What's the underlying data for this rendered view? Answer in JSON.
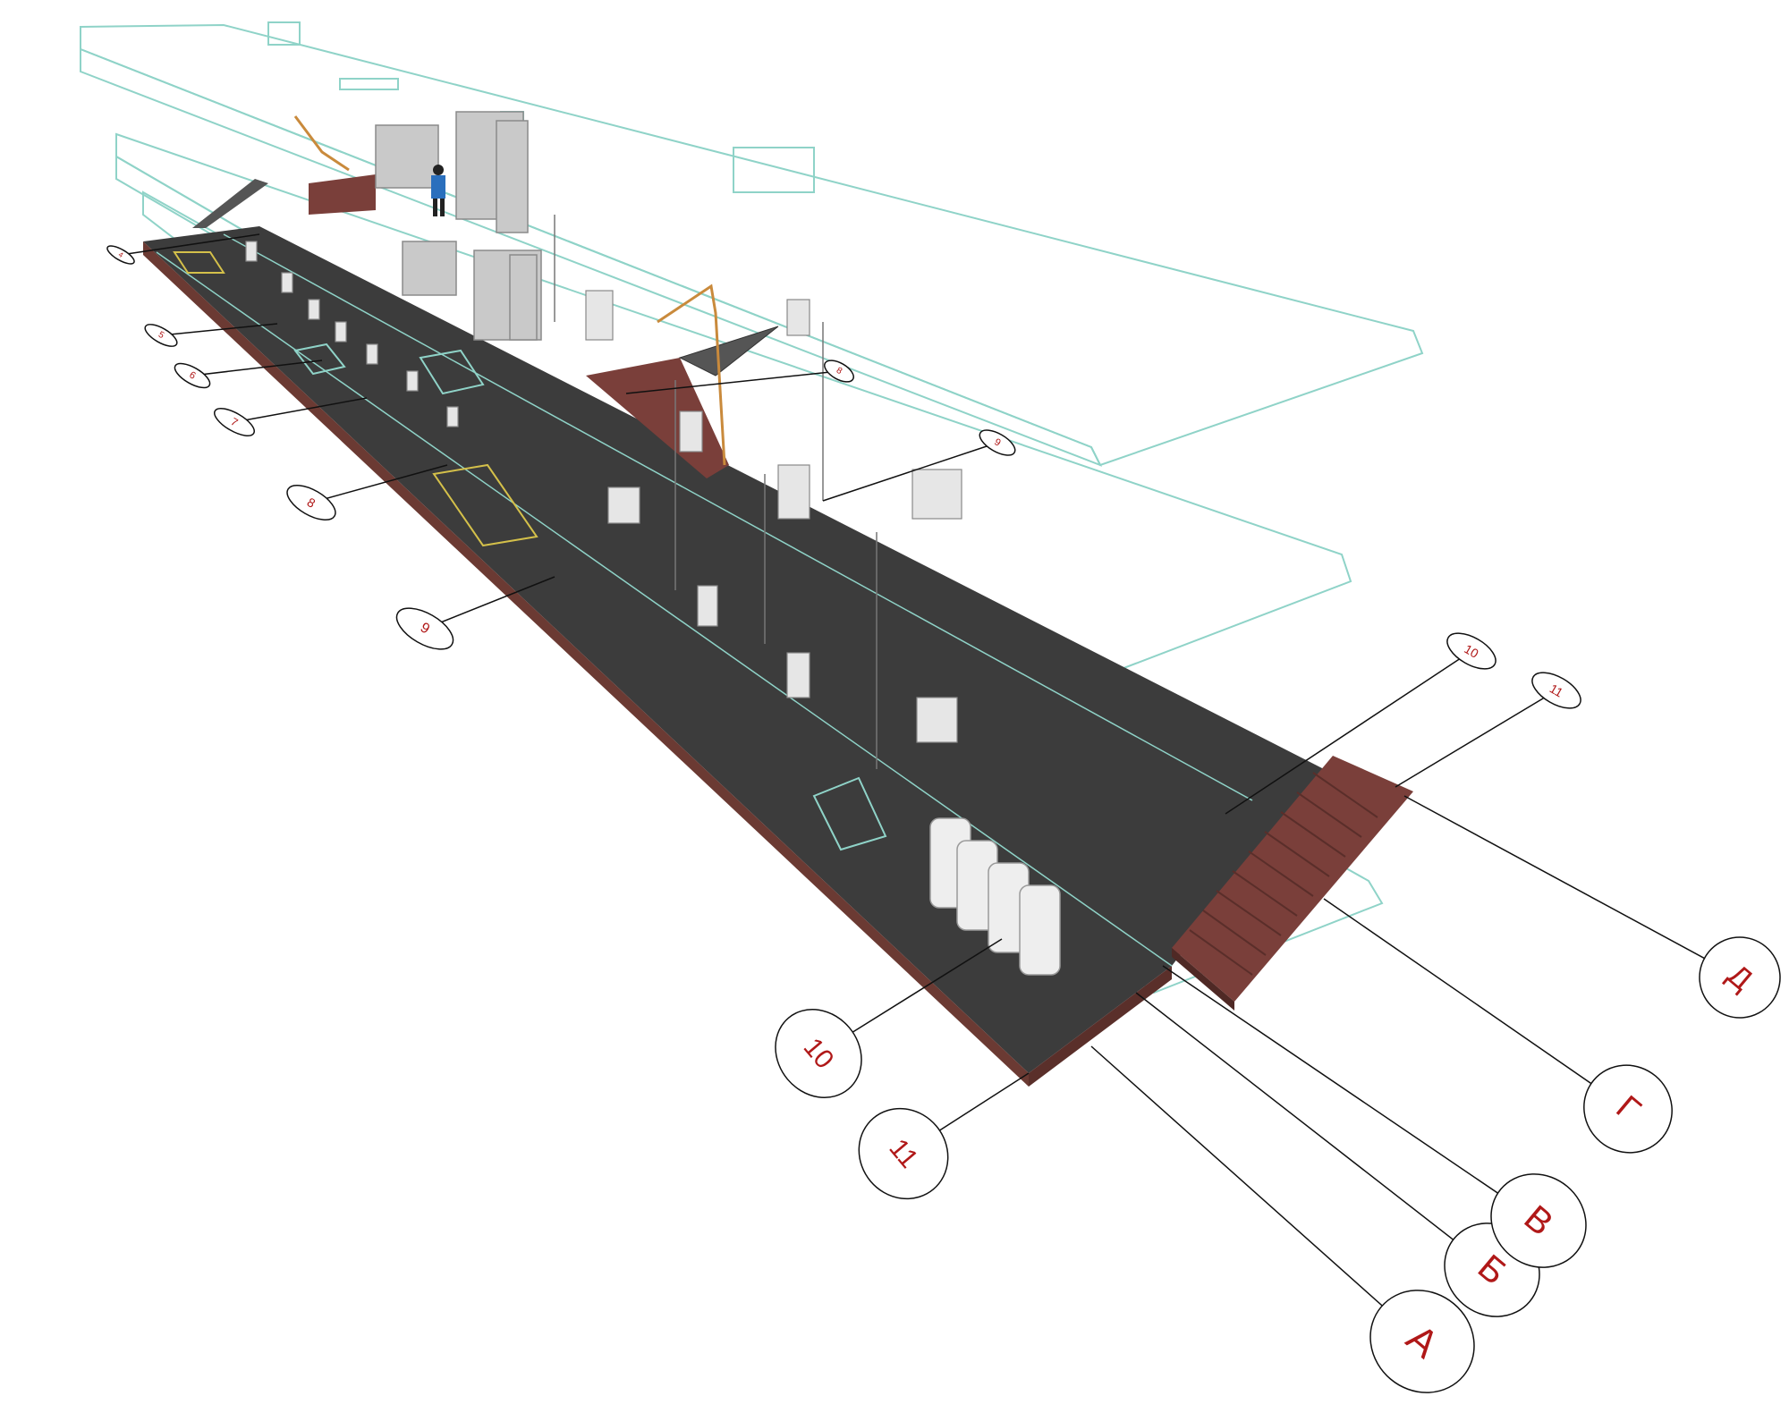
{
  "axes": {
    "numbers": [
      {
        "id": "4",
        "label": "4"
      },
      {
        "id": "5",
        "label": "5"
      },
      {
        "id": "6",
        "label": "6"
      },
      {
        "id": "7",
        "label": "7"
      },
      {
        "id": "8",
        "label": "8"
      },
      {
        "id": "9",
        "label": "9"
      },
      {
        "id": "10",
        "label": "10"
      },
      {
        "id": "11",
        "label": "11"
      },
      {
        "id": "8-upper",
        "label": "8"
      },
      {
        "id": "9-upper",
        "label": "9"
      },
      {
        "id": "10-upper",
        "label": "10"
      },
      {
        "id": "11-upper",
        "label": "11"
      }
    ],
    "letters": [
      {
        "id": "A",
        "label": "А"
      },
      {
        "id": "B",
        "label": "Б"
      },
      {
        "id": "V",
        "label": "В"
      },
      {
        "id": "G",
        "label": "Г"
      },
      {
        "id": "D",
        "label": "Д"
      }
    ]
  },
  "colors": {
    "floor": "#3c3c3c",
    "brick": "#7a3f3a",
    "wireframe": "#8fd3c8",
    "bubble_text": "#b01818",
    "leader": "#111111"
  }
}
